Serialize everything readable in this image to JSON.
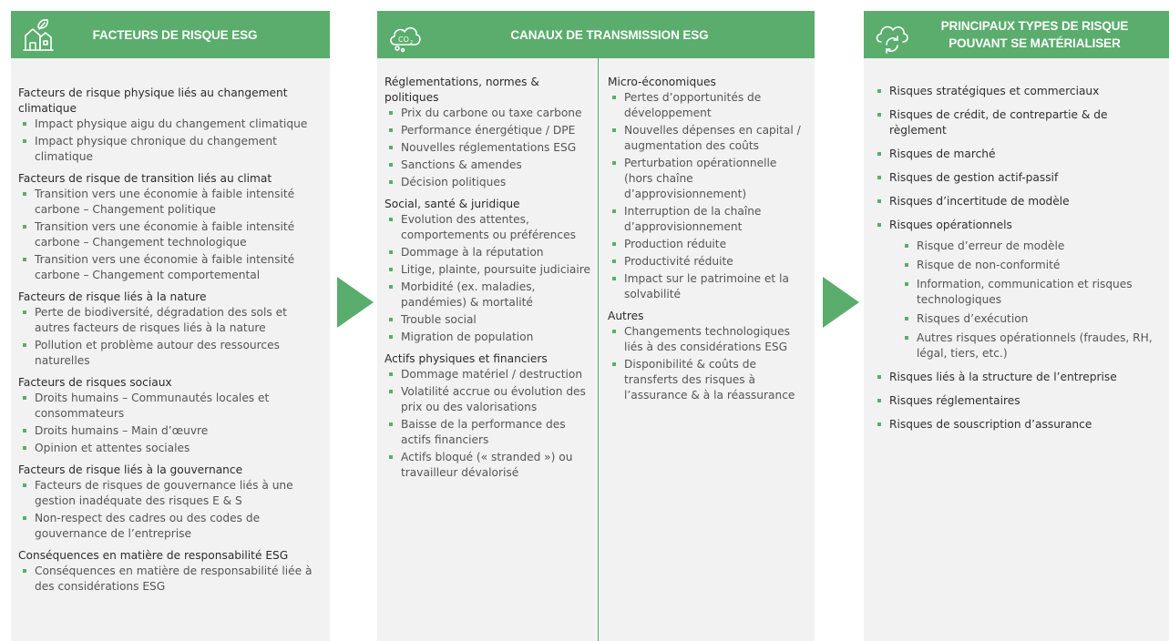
{
  "colors": {
    "accent": "#5aad6c",
    "panel_bg": "#f2f2f2"
  },
  "panel1": {
    "icon": "building-leaf-icon",
    "title": "FACTEURS DE RISQUE ESG",
    "sections": [
      {
        "title": "Facteurs de risque physique liés au changement climatique",
        "items": [
          "Impact physique aigu du changement climatique",
          "Impact physique chronique du changement climatique"
        ]
      },
      {
        "title": "Facteurs de risque de transition liés au climat",
        "items": [
          "Transition vers une économie à faible intensité carbone – Changement politique",
          "Transition vers une économie à faible intensité carbone – Changement technologique",
          "Transition vers une économie à faible intensité carbone – Changement comportemental"
        ]
      },
      {
        "title": "Facteurs de risque liés à la nature",
        "items": [
          "Perte de biodiversité, dégradation des sols et autres facteurs de risques liés à la nature",
          "Pollution et problème autour des ressources naturelles"
        ]
      },
      {
        "title": "Facteurs de risques sociaux",
        "items": [
          "Droits humains – Communautés locales et consommateurs",
          "Droits humains – Main d’œuvre",
          "Opinion et attentes sociales"
        ]
      },
      {
        "title": "Facteurs de risque liés à la gouvernance",
        "items": [
          "Facteurs de risques de gouvernance liés à une gestion inadéquate des risques E & S",
          "Non-respect des cadres ou des codes de gouvernance de l’entreprise"
        ]
      },
      {
        "title": "Conséquences en matière de responsabilité ESG",
        "items": [
          "Conséquences en matière de responsabilité liée à des considérations ESG"
        ]
      }
    ]
  },
  "panel2": {
    "icon": "co2-cloud-icon",
    "title": "CANAUX DE TRANSMISSION ESG",
    "left_sections": [
      {
        "title": "Réglementations, normes & politiques",
        "items": [
          "Prix du carbone ou taxe carbone",
          "Performance énergétique / DPE",
          "Nouvelles réglementations ESG",
          "Sanctions & amendes",
          "Décision politiques"
        ]
      },
      {
        "title": "Social, santé & juridique",
        "items": [
          "Evolution des attentes, comportements ou préférences",
          "Dommage à la réputation",
          "Litige, plainte, poursuite judiciaire",
          "Morbidité (ex. maladies, pandémies) & mortalité",
          "Trouble social",
          "Migration de population"
        ]
      },
      {
        "title": "Actifs physiques et financiers",
        "items": [
          "Dommage matériel / destruction",
          "Volatilité accrue ou évolution des prix ou des valorisations",
          "Baisse de la performance des actifs financiers",
          "Actifs bloqué (« stranded ») ou travailleur dévalorisé"
        ]
      }
    ],
    "right_sections": [
      {
        "title": "Micro-économiques",
        "items": [
          "Pertes d’opportunités de développement",
          "Nouvelles dépenses en capital / augmentation des coûts",
          "Perturbation opérationnelle (hors chaîne d’approvisionnement)",
          "Interruption de la chaîne d’approvisionnement",
          "Production réduite",
          "Productivité réduite",
          "Impact sur le patrimoine et la solvabilité"
        ]
      },
      {
        "title": "Autres",
        "items": [
          "Changements technologiques liés à des considérations ESG",
          "Disponibilité & coûts de transferts des risques à l’assurance & à la réassurance"
        ]
      }
    ]
  },
  "panel3": {
    "icon": "cloud-sync-icon",
    "title": "PRINCIPAUX TYPES DE RISQUE POUVANT SE MATÉRIALISER",
    "items": [
      {
        "label": "Risques stratégiques et commerciaux"
      },
      {
        "label": "Risques de crédit, de contrepartie & de règlement"
      },
      {
        "label": "Risques de marché"
      },
      {
        "label": "Risques de gestion actif-passif"
      },
      {
        "label": "Risques d’incertitude de modèle"
      },
      {
        "label": "Risques opérationnels",
        "sub": [
          "Risque d’erreur de modèle",
          "Risque de non-conformité",
          "Information, communication et risques technologiques",
          "Risques d’exécution",
          "Autres risques opérationnels (fraudes, RH, légal, tiers, etc.)"
        ]
      },
      {
        "label": "Risques liés à la structure de l’entreprise"
      },
      {
        "label": "Risques réglementaires"
      },
      {
        "label": "Risques de souscription d’assurance"
      }
    ]
  }
}
